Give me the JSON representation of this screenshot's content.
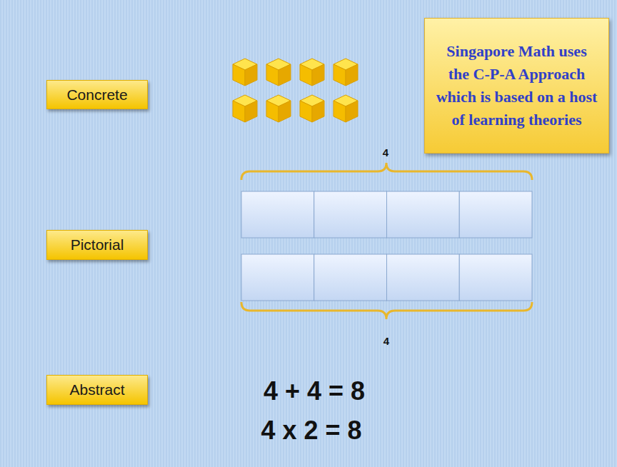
{
  "diagram": {
    "nodes": [
      {
        "text": [
          "Singapore Math uses the C-P-A Approach which is based on a host of learning theories"
        ]
      },
      {
        "text": [
          "Concrete"
        ]
      },
      {
        "text": [
          "Pictorial"
        ]
      },
      {
        "text": [
          "Abstract"
        ]
      }
    ],
    "labels": [
      "4",
      "4",
      "4 + 4 = 8",
      "4 x 2 = 8"
    ]
  }
}
